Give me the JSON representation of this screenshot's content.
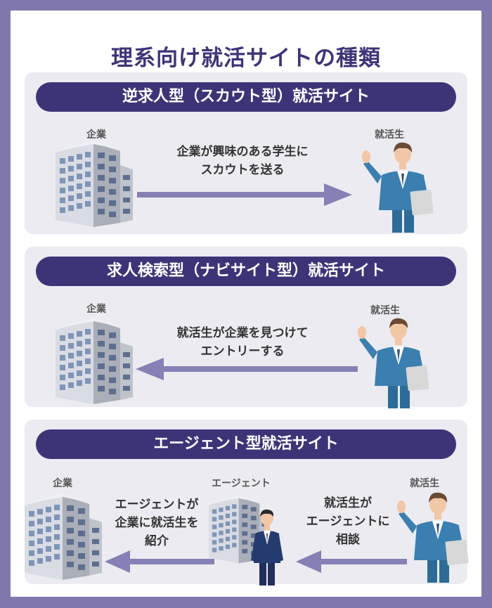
{
  "title": "理系向け就活サイトの種類",
  "sections": [
    {
      "banner": "逆求人型（スカウト型）就活サイト",
      "left_label": "企業",
      "right_label": "就活生",
      "message_line1": "企業が興味のある学生に",
      "message_line2": "スカウトを送る",
      "arrow_direction": "right"
    },
    {
      "banner": "求人検索型（ナビサイト型）就活サイト",
      "left_label": "企業",
      "right_label": "就活生",
      "message_line1": "就活生が企業を見つけて",
      "message_line2": "エントリーする",
      "arrow_direction": "left"
    },
    {
      "banner": "エージェント型就活サイト",
      "left_label": "企業",
      "middle_label": "エージェント",
      "right_label": "就活生",
      "left_message_line1": "エージェントが",
      "left_message_line2": "企業に就活生を",
      "left_message_line3": "紹介",
      "right_message_line1": "就活生が",
      "right_message_line2": "エージェントに",
      "right_message_line3": "相談"
    }
  ],
  "colors": {
    "frame": "#8078ac",
    "banner": "#3d3478",
    "panel": "#ebebf1",
    "arrow": "#8580b5",
    "jacket": "#3a7fb0",
    "agent_suit": "#253a6e"
  }
}
